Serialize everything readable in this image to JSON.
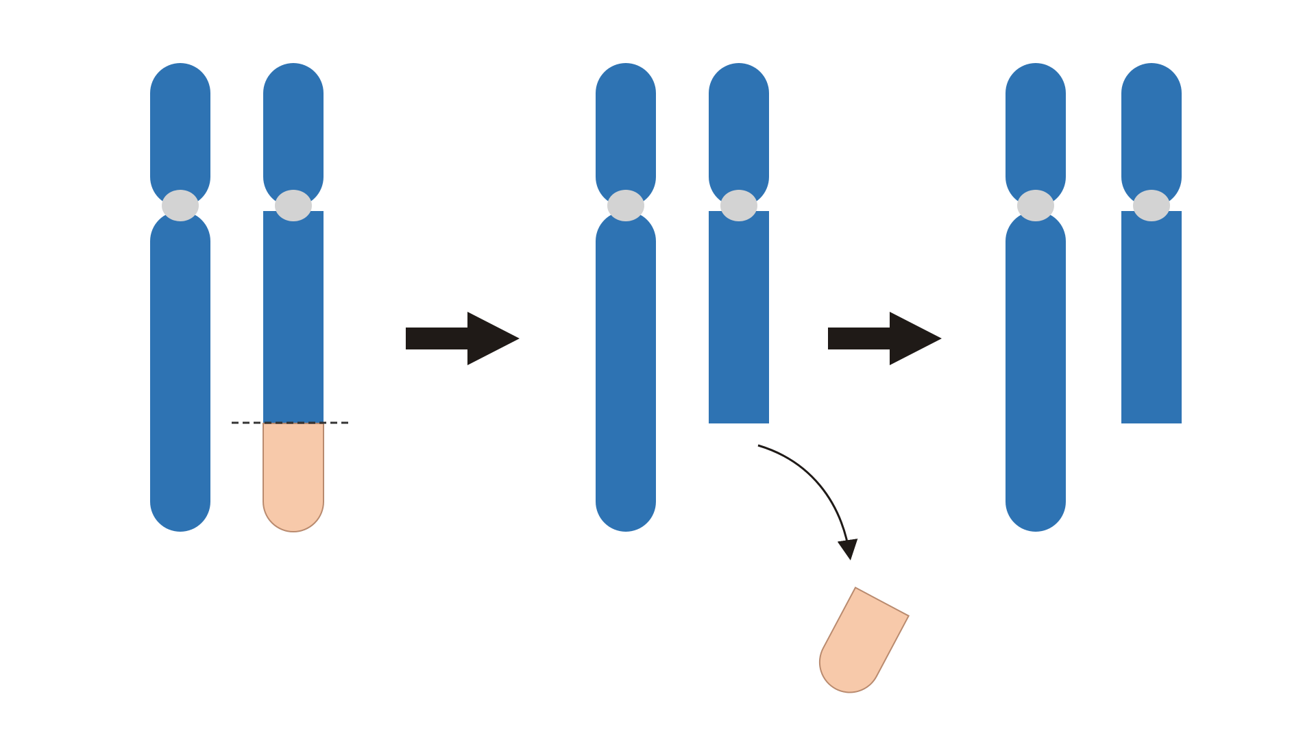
{
  "diagram": {
    "steps": [
      {
        "step": 1,
        "chromosomes": [
          {
            "id": "a",
            "tip": "none"
          },
          {
            "id": "b",
            "tip": "deletion-segment-attached"
          }
        ],
        "break_line": "dashed"
      },
      {
        "step": 2,
        "chromosomes": [
          {
            "id": "a",
            "tip": "none"
          },
          {
            "id": "b",
            "tip": "truncated"
          }
        ],
        "released_fragment": true
      },
      {
        "step": 3,
        "chromosomes": [
          {
            "id": "a",
            "tip": "none"
          },
          {
            "id": "b",
            "tip": "truncated"
          }
        ]
      }
    ],
    "connectors": [
      "right-arrow",
      "right-arrow",
      "curved-release-arrow"
    ],
    "colors": {
      "chromosome": "#2e73b3",
      "centromere": "#d3d3d3",
      "deleted_segment": "#f7c9aa",
      "deleted_segment_outline": "#b98a6e",
      "arrow": "#1f1a17",
      "background": "#ffffff"
    }
  }
}
